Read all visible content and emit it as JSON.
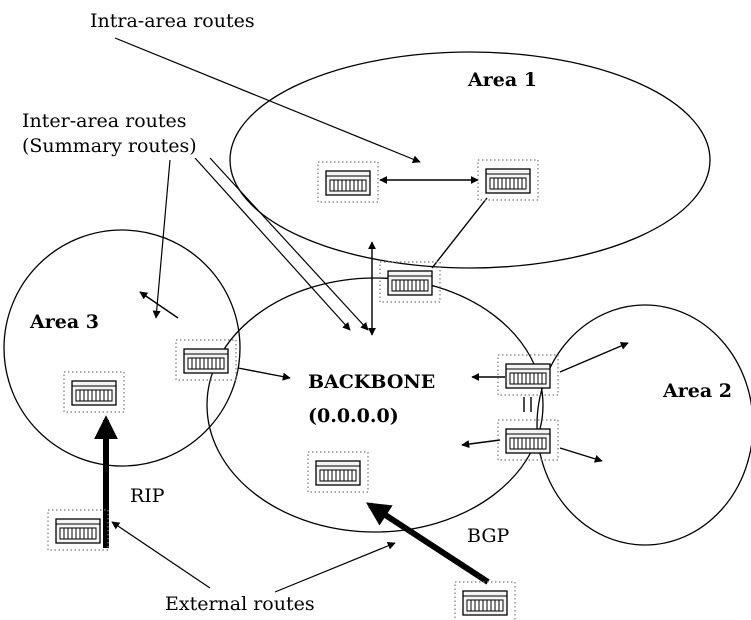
{
  "labels": {
    "intra_area": "Intra-area routes",
    "inter_area_line1": "Inter-area routes",
    "inter_area_line2": "(Summary routes)",
    "area1": "Area 1",
    "area2": "Area 2",
    "area3": "Area 3",
    "backbone": "BACKBONE",
    "backbone_id": "(0.0.0.0)",
    "rip": "RIP",
    "bgp": "BGP",
    "external": "External routes"
  },
  "icons": {
    "router": "router-icon",
    "arrow": "arrowhead"
  },
  "colors": {
    "stroke": "#000000",
    "background": "#ffffff",
    "router_body": "#f4f4f4",
    "router_dots": "#7a7a7a"
  }
}
